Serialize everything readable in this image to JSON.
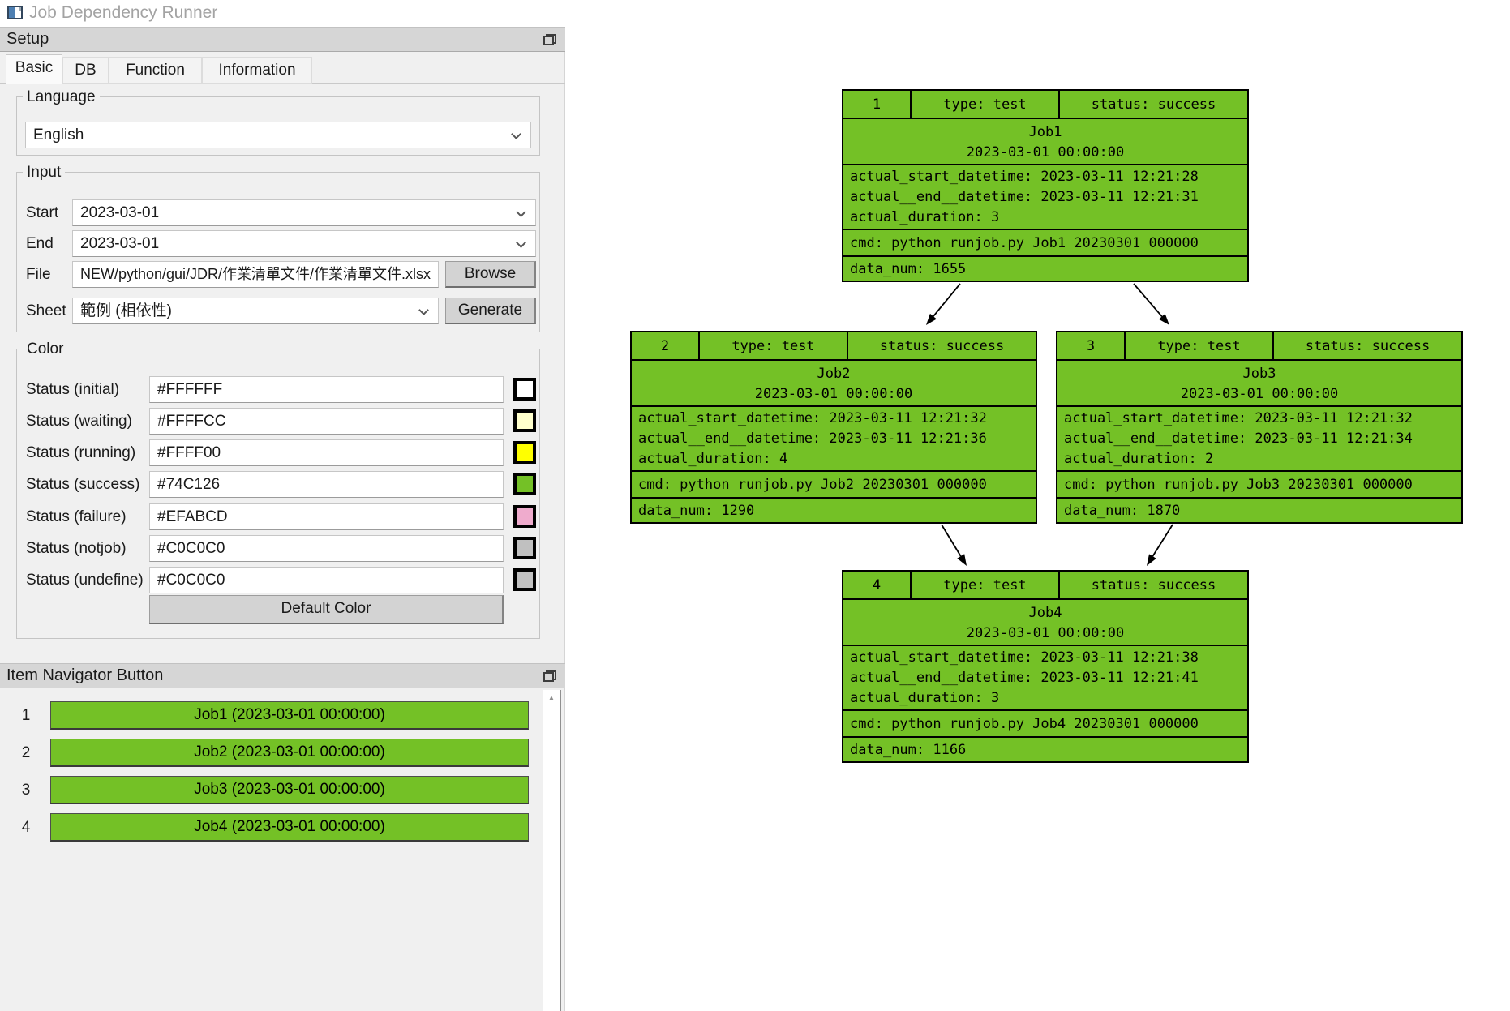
{
  "window": {
    "title": "Job Dependency Runner"
  },
  "setup_panel": {
    "title": "Setup",
    "tabs": [
      {
        "label": "Basic"
      },
      {
        "label": "DB"
      },
      {
        "label": "Function"
      },
      {
        "label": "Information"
      }
    ],
    "language": {
      "group_label": "Language",
      "value": "English"
    },
    "input": {
      "group_label": "Input",
      "start_label": "Start",
      "start_value": "2023-03-01",
      "end_label": "End",
      "end_value": "2023-03-01",
      "file_label": "File",
      "file_value": "NEW/python/gui/JDR/作業清單文件/作業清單文件.xlsx",
      "browse_label": "Browse",
      "sheet_label": "Sheet",
      "sheet_value": "範例 (相依性)",
      "generate_label": "Generate"
    },
    "color": {
      "group_label": "Color",
      "rows": [
        {
          "label": "Status (initial)",
          "value": "#FFFFFF"
        },
        {
          "label": "Status (waiting)",
          "value": "#FFFFCC"
        },
        {
          "label": "Status (running)",
          "value": "#FFFF00"
        },
        {
          "label": "Status (success)",
          "value": "#74C126"
        },
        {
          "label": "Status (failure)",
          "value": "#EFABCD"
        },
        {
          "label": "Status (notjob)",
          "value": "#C0C0C0"
        },
        {
          "label": "Status (undefine)",
          "value": "#C0C0C0"
        }
      ],
      "default_button_label": "Default Color"
    }
  },
  "navigator_panel": {
    "title": "Item Navigator Button",
    "button_color": "#74C126",
    "scroll_up_icon": "▲",
    "items": [
      {
        "index": "1",
        "label": "Job1 (2023-03-01 00:00:00)"
      },
      {
        "index": "2",
        "label": "Job2 (2023-03-01 00:00:00)"
      },
      {
        "index": "3",
        "label": "Job3 (2023-03-01 00:00:00)"
      },
      {
        "index": "4",
        "label": "Job4 (2023-03-01 00:00:00)"
      }
    ]
  },
  "graph": {
    "node_fill": "#74C126",
    "edges": [
      [
        "1",
        "2"
      ],
      [
        "1",
        "3"
      ],
      [
        "2",
        "4"
      ],
      [
        "3",
        "4"
      ]
    ],
    "nodes": [
      {
        "index": "1",
        "type": "type: test",
        "status": "status: success",
        "name": "Job1",
        "datetime": "2023-03-01 00:00:00",
        "details": [
          "actual_start_datetime: 2023-03-11 12:21:28",
          "actual__end__datetime: 2023-03-11 12:21:31",
          "actual_duration: 3"
        ],
        "cmd": "cmd: python runjob.py Job1 20230301 000000",
        "data_num": "data_num: 1655"
      },
      {
        "index": "2",
        "type": "type: test",
        "status": "status: success",
        "name": "Job2",
        "datetime": "2023-03-01 00:00:00",
        "details": [
          "actual_start_datetime: 2023-03-11 12:21:32",
          "actual__end__datetime: 2023-03-11 12:21:36",
          "actual_duration: 4"
        ],
        "cmd": "cmd: python runjob.py Job2 20230301 000000",
        "data_num": "data_num: 1290"
      },
      {
        "index": "3",
        "type": "type: test",
        "status": "status: success",
        "name": "Job3",
        "datetime": "2023-03-01 00:00:00",
        "details": [
          "actual_start_datetime: 2023-03-11 12:21:32",
          "actual__end__datetime: 2023-03-11 12:21:34",
          "actual_duration: 2"
        ],
        "cmd": "cmd: python runjob.py Job3 20230301 000000",
        "data_num": "data_num: 1870"
      },
      {
        "index": "4",
        "type": "type: test",
        "status": "status: success",
        "name": "Job4",
        "datetime": "2023-03-01 00:00:00",
        "details": [
          "actual_start_datetime: 2023-03-11 12:21:38",
          "actual__end__datetime: 2023-03-11 12:21:41",
          "actual_duration: 3"
        ],
        "cmd": "cmd: python runjob.py Job4 20230301 000000",
        "data_num": "data_num: 1166"
      }
    ]
  }
}
